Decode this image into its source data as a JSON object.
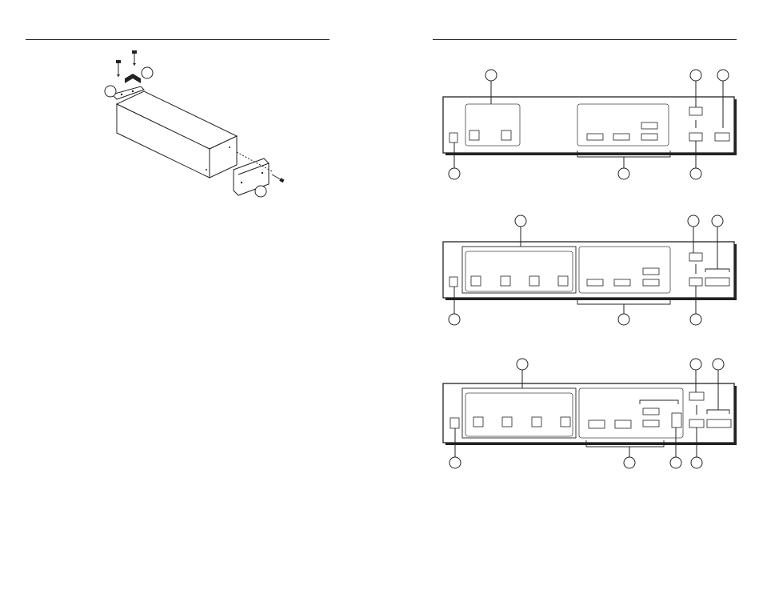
{
  "page": {
    "left_rule": "left-page-rule",
    "right_rule": "right-page-rule"
  },
  "mounting_figure": {
    "description_icons": [
      "screw-icon",
      "screw-icon",
      "bracket-icon",
      "enclosure-icon"
    ]
  },
  "rear_panels": [
    {
      "name": "two-port-panel",
      "usb_b_ports": 2,
      "usb_a_ports": 4,
      "has_dip_switch": false
    },
    {
      "name": "four-port-panel",
      "usb_b_ports": 4,
      "usb_a_ports": 4,
      "has_dip_switch": false
    },
    {
      "name": "four-port-panel-with-switch",
      "usb_b_ports": 4,
      "usb_a_ports": 4,
      "has_dip_switch": true
    }
  ]
}
